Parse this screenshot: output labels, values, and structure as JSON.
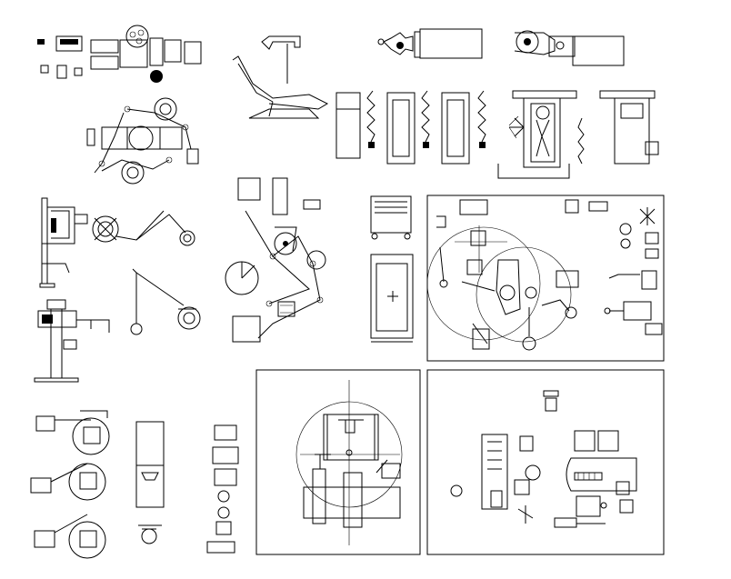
{
  "drawing": {
    "background": "#ffffff",
    "ink": "#000000",
    "blocks": [
      {
        "id": "dental-unit-top"
      },
      {
        "id": "dental-chair-side"
      },
      {
        "id": "instrument-tray-top"
      },
      {
        "id": "instrument-tray-top-2"
      },
      {
        "id": "articulated-arm-unit"
      },
      {
        "id": "stretchers-row"
      },
      {
        "id": "patient-table-top"
      },
      {
        "id": "xray-wall-unit"
      },
      {
        "id": "lamp-arms"
      },
      {
        "id": "xray-column"
      },
      {
        "id": "operatory-plan"
      },
      {
        "id": "cart-and-bed"
      },
      {
        "id": "room-plan-right"
      },
      {
        "id": "lamp-details"
      },
      {
        "id": "cabinet-elevation"
      },
      {
        "id": "small-fixtures"
      },
      {
        "id": "room-plan-center"
      },
      {
        "id": "room-plan-bottom-right"
      }
    ]
  }
}
